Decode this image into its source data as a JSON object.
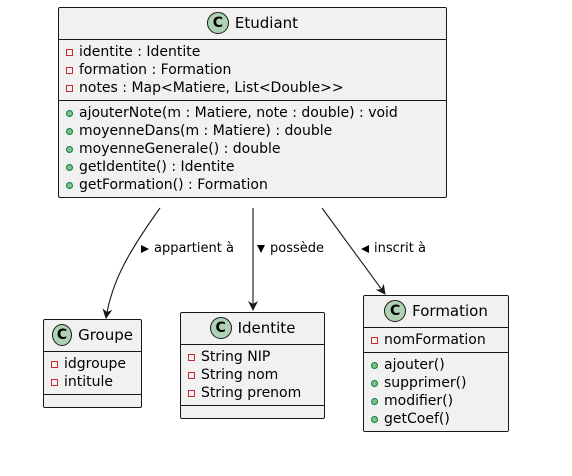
{
  "classes": {
    "etudiant": {
      "stereotype": "C",
      "name": "Etudiant",
      "attributes": [
        "identite : Identite",
        "formation : Formation",
        "notes : Map<Matiere, List<Double>>"
      ],
      "methods": [
        "ajouterNote(m : Matiere, note : double) : void",
        "moyenneDans(m : Matiere) : double",
        "moyenneGenerale() : double",
        "getIdentite() : Identite",
        "getFormation() : Formation"
      ]
    },
    "groupe": {
      "stereotype": "C",
      "name": "Groupe",
      "attributes": [
        "idgroupe",
        "intitule"
      ],
      "methods": []
    },
    "identite": {
      "stereotype": "C",
      "name": "Identite",
      "attributes": [
        "String NIP",
        "String nom",
        "String prenom"
      ],
      "methods": []
    },
    "formation": {
      "stereotype": "C",
      "name": "Formation",
      "attributes": [
        "nomFormation"
      ],
      "methods": [
        "ajouter()",
        "supprimer()",
        "modifier()",
        "getCoef()"
      ]
    }
  },
  "relations": [
    {
      "from": "Etudiant",
      "to": "Groupe",
      "label": "appartient à",
      "direction_marker": "right"
    },
    {
      "from": "Etudiant",
      "to": "Identite",
      "label": "possède",
      "direction_marker": "down"
    },
    {
      "from": "Etudiant",
      "to": "Formation",
      "label": "inscrit à",
      "direction_marker": "left"
    }
  ],
  "colors": {
    "class_fill": "#f1f1f1",
    "border": "#181818",
    "class_badge": "#add1b2",
    "private_marker": "#c82930",
    "public_marker": "#84be84"
  }
}
